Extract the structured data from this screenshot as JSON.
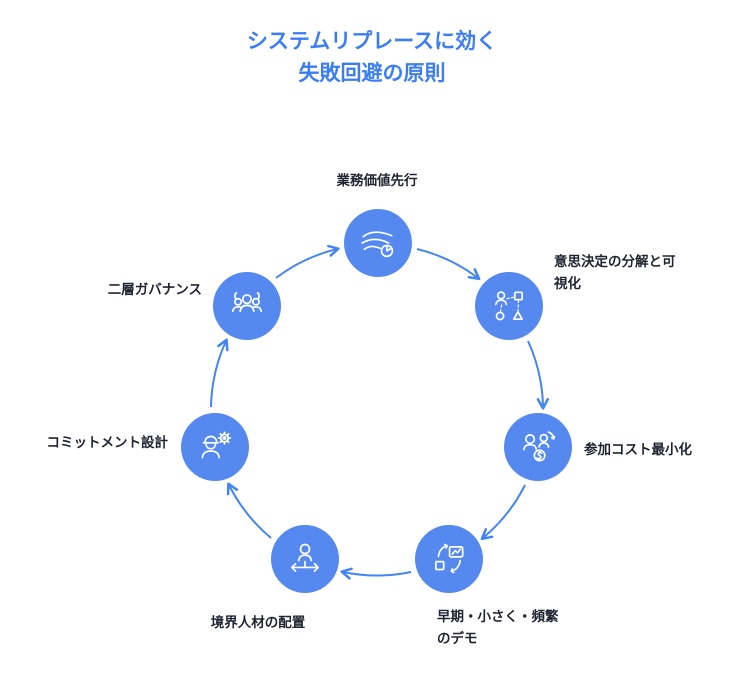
{
  "title": {
    "line1": "システムリプレースに効く",
    "line2": "失敗回避の原則"
  },
  "colors": {
    "title_color": "#3B7DF5",
    "node_fill": "#5589F0",
    "arrow_color": "#4285F4",
    "label_color": "#1F2430",
    "icon_stroke": "#FFFFFF",
    "background": "#FFFFFF"
  },
  "diagram": {
    "type": "cycle",
    "direction": "clockwise",
    "node_count": 7
  },
  "nodes": [
    {
      "label": "業務価値先行",
      "lines": [
        "業務価値先行"
      ],
      "icon": "value-flow-icon"
    },
    {
      "label": "意思決定の分解と可視化",
      "lines": [
        "意思決定の分解と可",
        "視化"
      ],
      "icon": "decision-decomposition-icon"
    },
    {
      "label": "参加コスト最小化",
      "lines": [
        "参加コスト最小化"
      ],
      "icon": "participation-cost-icon"
    },
    {
      "label": "早期・小さく・頻繁のデモ",
      "lines": [
        "早期・小さく・頻繁",
        "のデモ"
      ],
      "icon": "frequent-demo-icon"
    },
    {
      "label": "境界人材の配置",
      "lines": [
        "境界人材の配置"
      ],
      "icon": "boundary-talent-icon"
    },
    {
      "label": "コミットメント設計",
      "lines": [
        "コミットメント設計"
      ],
      "icon": "commitment-design-icon"
    },
    {
      "label": "二層ガバナンス",
      "lines": [
        "二層ガバナンス"
      ],
      "icon": "two-layer-governance-icon"
    }
  ]
}
